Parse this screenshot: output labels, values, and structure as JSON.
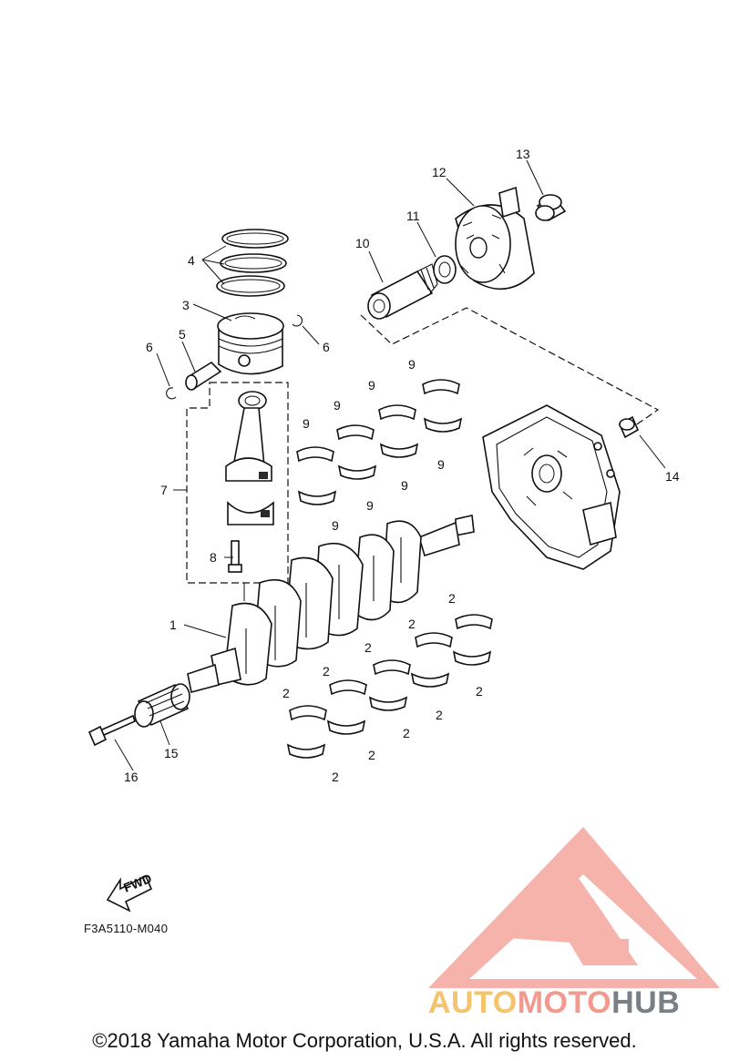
{
  "callouts": {
    "c1": "1",
    "c2": "2",
    "c3": "3",
    "c4": "4",
    "c5": "5",
    "c6": "6",
    "c7": "7",
    "c8": "8",
    "c9": "9",
    "c10": "10",
    "c11": "11",
    "c12": "12",
    "c13": "13",
    "c14": "14",
    "c15": "15",
    "c16": "16"
  },
  "fwd_label": "FWD",
  "drawing_code": "F3A5110-M040",
  "watermark": {
    "part_a": "AUTO",
    "part_b": "MOTO",
    "part_c": "HUB",
    "colors": {
      "auto": "#f4c36a",
      "moto": "#f29a8f",
      "hub": "#7a7f86",
      "triangle": "#f29a8f"
    }
  },
  "copyright": "©2018 Yamaha Motor Corporation, U.S.A. All rights reserved."
}
